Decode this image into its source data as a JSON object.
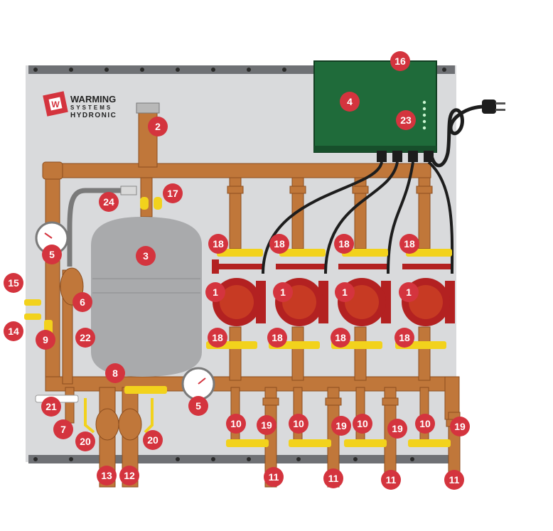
{
  "logo": {
    "line1": "WARMING",
    "line2": "SYSTEMS",
    "line3": "HYDRONIC",
    "mark": "W"
  },
  "colors": {
    "copper": "#c0773a",
    "copper_dark": "#8c4e1f",
    "panel": "#d9dadc",
    "panel_rail": "#6f7175",
    "tank": "#a9aaac",
    "control_box": "#1f6b3a",
    "pump_body": "#b32121",
    "pump_face": "#d8452a",
    "valve_handle": "#f2d21c",
    "badge": "#d4343e",
    "logo_red": "#d4343e"
  },
  "labels": {
    "pump": "1",
    "air_vent": "2",
    "expansion_tank": "3",
    "control_box": "4",
    "gauge": "5",
    "air_separator": "6",
    "tee_7": "7",
    "valve_8": "8",
    "valve_9": "9",
    "isolation_valve": "10",
    "supply_outlet": "11",
    "return_12": "12",
    "supply_13": "13",
    "drain_14": "14",
    "drain_15": "15",
    "control_top": "16",
    "fill_valve_17": "17",
    "pump_valve_18": "18",
    "purge_valve_19": "19",
    "union_20": "20",
    "valve_21": "21",
    "fitting_22": "22",
    "status_lights": "23",
    "hose_24": "24"
  }
}
